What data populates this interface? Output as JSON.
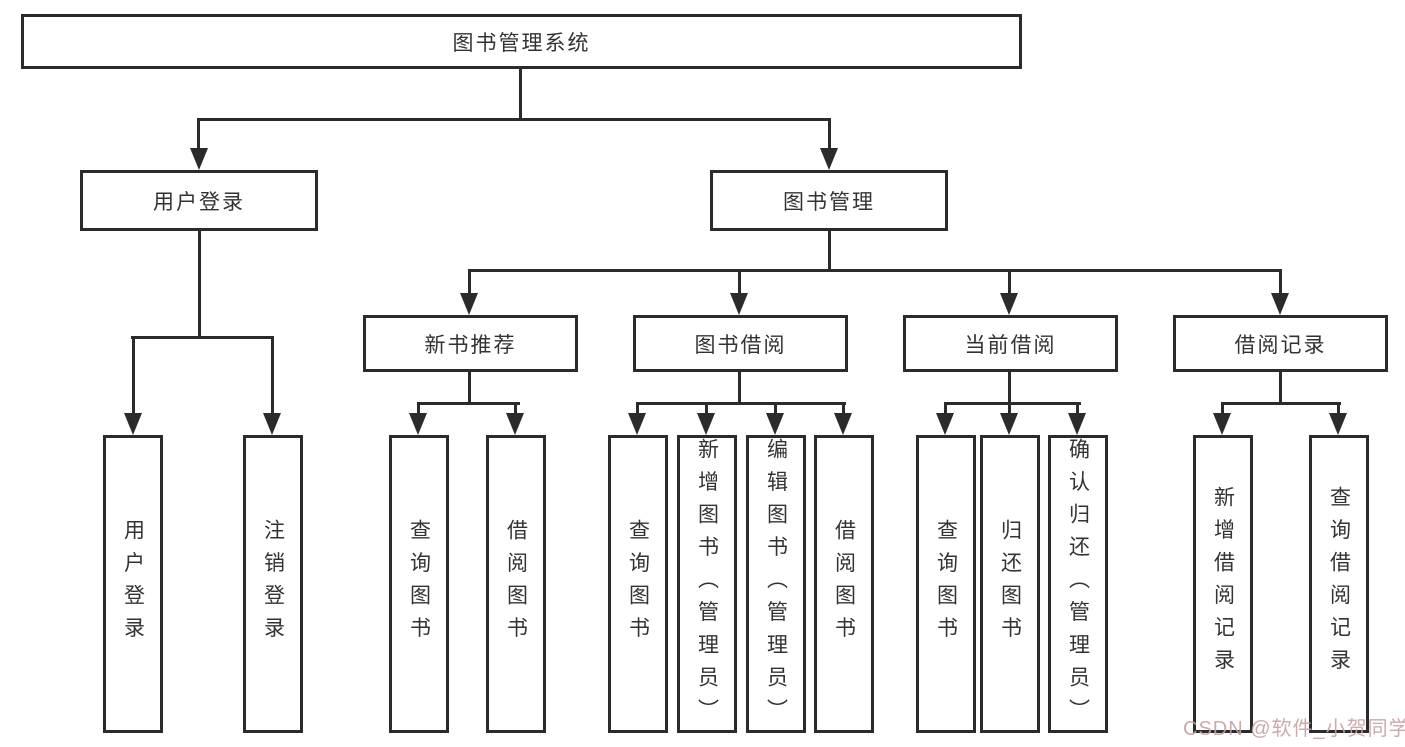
{
  "diagram": {
    "root": {
      "label": "图书管理系统"
    },
    "branches": [
      {
        "label": "用户登录",
        "children": [
          {
            "label": "用户登录"
          },
          {
            "label": "注销登录"
          }
        ]
      },
      {
        "label": "图书管理",
        "children": [
          {
            "label": "新书推荐",
            "children": [
              {
                "label": "查询图书"
              },
              {
                "label": "借阅图书"
              }
            ]
          },
          {
            "label": "图书借阅",
            "children": [
              {
                "label": "查询图书"
              },
              {
                "label": "新增图书（管理员）"
              },
              {
                "label": "编辑图书（管理员）"
              },
              {
                "label": "借阅图书"
              }
            ]
          },
          {
            "label": "当前借阅",
            "children": [
              {
                "label": "查询图书"
              },
              {
                "label": "归还图书"
              },
              {
                "label": "确认归还（管理员）"
              }
            ]
          },
          {
            "label": "借阅记录",
            "children": [
              {
                "label": "新增借阅记录"
              },
              {
                "label": "查询借阅记录"
              }
            ]
          }
        ]
      }
    ]
  },
  "watermark": {
    "text": "CSDN @软件_小贺同学"
  },
  "colors": {
    "line": "#2b2b2b",
    "box_border": "#2b2b2b",
    "text": "#333333",
    "background": "#ffffff",
    "watermark": "#c5a3a3"
  }
}
